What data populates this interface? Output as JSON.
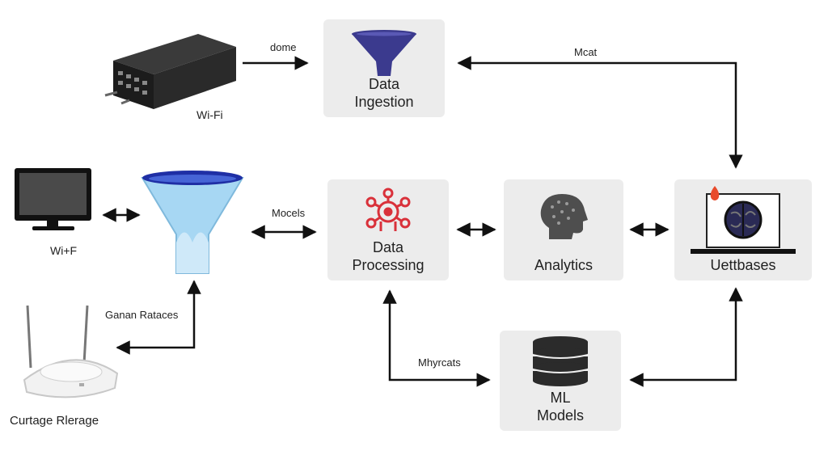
{
  "nodes": {
    "ingestion": "Data\nIngestion",
    "processing": "Data\nProcessing",
    "analytics": "Analytics",
    "dashboard": "Uettbases",
    "ml_models": "ML\nModels"
  },
  "devices": {
    "switch": "Wi-Fi",
    "monitor": "Wi+F",
    "router": "Curtage Rlerage"
  },
  "edges": {
    "switch_to_ingestion": "dome",
    "dashboard_to_ingestion": "Mcat",
    "funnel_to_processing": "Mocels",
    "router_to_funnel": "Ganan Rataces",
    "processing_to_ml": "Mhyrcats"
  },
  "colors": {
    "box_bg": "#ececec",
    "funnel_dark": "#3b3a8e",
    "funnel_light": "#a7d7f3",
    "funnel_rim": "#1f2fa5",
    "processing_icon": "#d9313a",
    "arrow": "#111111"
  }
}
